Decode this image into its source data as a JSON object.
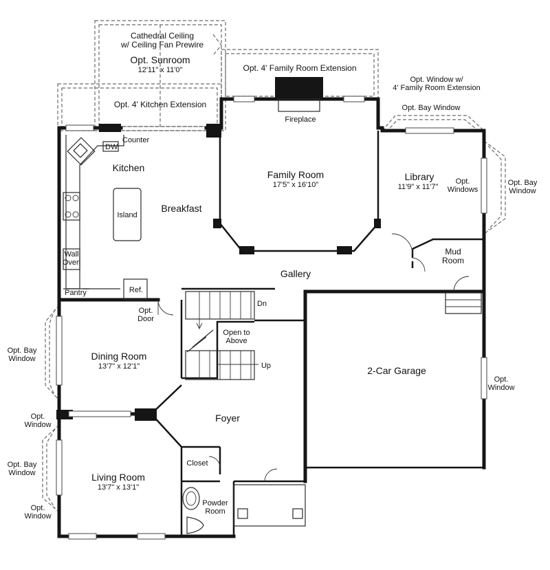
{
  "labels": {
    "cathedral_ceiling": "Cathedral Ceiling",
    "ceiling_fan": "w/ Ceiling Fan Prewire",
    "sunroom": "Opt. Sunroom",
    "sunroom_dim": "12'11\" x 11'0\"",
    "family_ext": "Opt. 4' Family Room Extension",
    "opt_window_ext_1": "Opt. Window w/",
    "opt_window_ext_2": "4' Family Room Extension",
    "kitchen_ext": "Opt. 4' Kitchen Extension",
    "fireplace": "Fireplace",
    "opt_bay_window_top": "Opt. Bay Window",
    "counter": "Counter",
    "dw": "DW",
    "kitchen": "Kitchen",
    "family_room": "Family Room",
    "family_room_dim": "17'5\" x 16'10\"",
    "library": "Library",
    "library_dim": "11'9\" x 11'7\"",
    "opt_windows": "Opt.",
    "opt_windows_2": "Windows",
    "opt_bay_right_1": "Opt. Bay",
    "opt_bay_right_2": "Window",
    "island": "Island",
    "breakfast": "Breakfast",
    "wall_oven_1": "Wall",
    "wall_oven_2": "Oven",
    "mud_1": "Mud",
    "mud_2": "Room",
    "gallery": "Gallery",
    "pantry": "Pantry",
    "ref": "Ref.",
    "dn": "Dn",
    "opt_door_1": "Opt.",
    "opt_door_2": "Door",
    "open_above_1": "Open to",
    "open_above_2": "Above",
    "opt_bay_left_1": "Opt. Bay",
    "opt_bay_left_2": "Window",
    "dining_room": "Dining Room",
    "dining_room_dim": "13'7\" x 12'1\"",
    "up": "Up",
    "garage": "2-Car Garage",
    "opt_window_garage_1": "Opt.",
    "opt_window_garage_2": "Window",
    "opt_window_left_1": "Opt.",
    "opt_window_left_2": "Window",
    "foyer": "Foyer",
    "closet": "Closet",
    "opt_bay_left2_1": "Opt. Bay",
    "opt_bay_left2_2": "Window",
    "living_room": "Living Room",
    "living_room_dim": "13'7\" x 13'1\"",
    "powder_1": "Powder",
    "powder_2": "Room",
    "opt_window_bottom_1": "Opt.",
    "opt_window_bottom_2": "Window"
  }
}
